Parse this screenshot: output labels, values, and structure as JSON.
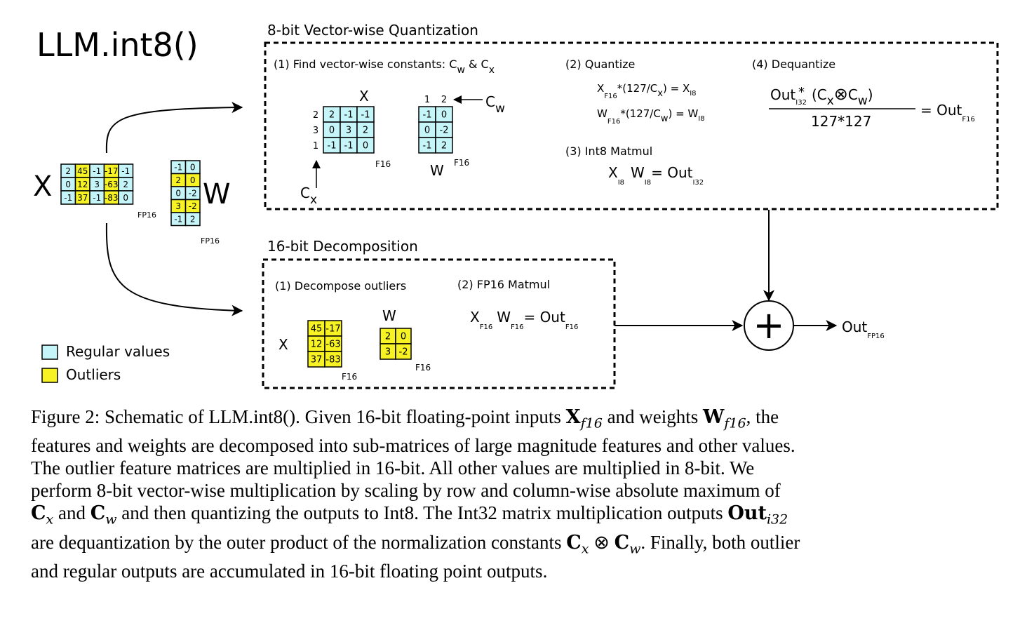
{
  "title": "LLM.int8()",
  "legend": {
    "regular_label": "Regular values",
    "outlier_label": "Outliers",
    "regular_color": "#c5f5f8",
    "outlier_color": "#f7f224"
  },
  "input_x": {
    "label": "X",
    "dtype": "FP16",
    "rows": [
      [
        "2",
        "45",
        "-1",
        "-17",
        "-1"
      ],
      [
        "0",
        "12",
        "3",
        "-63",
        "2"
      ],
      [
        "-1",
        "37",
        "-1",
        "-83",
        "0"
      ]
    ],
    "outlier_cols": [
      1,
      3
    ]
  },
  "input_w": {
    "label": "W",
    "dtype": "FP16",
    "rows": [
      [
        "-1",
        "0"
      ],
      [
        "2",
        "0"
      ],
      [
        "0",
        "-2"
      ],
      [
        "3",
        "-2"
      ],
      [
        "-1",
        "2"
      ]
    ],
    "outlier_rows": [
      1,
      3
    ]
  },
  "quant_box": {
    "title": "8-bit Vector-wise Quantization",
    "step1": {
      "label_prefix": "(1) Find vector-wise constants: C",
      "sub_w": "w",
      "amp": " & C",
      "sub_x": "x"
    },
    "x_matrix": {
      "label": "X",
      "dtype": "F16",
      "row_constants": [
        "2",
        "3",
        "1"
      ],
      "rows": [
        [
          "2",
          "-1",
          "-1"
        ],
        [
          "0",
          "3",
          "2"
        ],
        [
          "-1",
          "-1",
          "0"
        ]
      ],
      "cx_label": "C",
      "cx_sub": "x"
    },
    "w_matrix": {
      "label": "W",
      "dtype": "F16",
      "col_constants": [
        "1",
        "2"
      ],
      "rows": [
        [
          "-1",
          "0"
        ],
        [
          "0",
          "-2"
        ],
        [
          "-1",
          "2"
        ]
      ],
      "cw_label": "C",
      "cw_sub": "w"
    },
    "step2": {
      "label": "(2) Quantize",
      "eq1": {
        "a": "X",
        "a_sub": "F16",
        "mid": "*(127/C",
        "mid_sub": "x",
        "end": ") = X",
        "end_sub": "I8"
      },
      "eq2": {
        "a": "W",
        "a_sub": "F16",
        "mid": "*(127/C",
        "mid_sub": "w",
        "end": ") = W",
        "end_sub": "I8"
      }
    },
    "step3": {
      "label": "(3) Int8 Matmul",
      "a": "X",
      "a_sub": "I8",
      "b": "W",
      "b_sub": "I8",
      "res": "= Out",
      "res_sub": "I32"
    },
    "step4": {
      "label": "(4) Dequantize",
      "num_a": "Out",
      "num_a_sub": "I32",
      "num_star": "*",
      "num_b": "(C",
      "num_b_sub": "x",
      "num_otimes": "⊗",
      "num_c": "C",
      "num_c_sub": "w",
      "num_close": ")",
      "den": "127*127",
      "res": "= Out",
      "res_sub": "F16"
    }
  },
  "decomp_box": {
    "title": "16-bit Decomposition",
    "step1": "(1) Decompose outliers",
    "step2": "(2) FP16 Matmul",
    "x_label": "X",
    "x_rows": [
      [
        "45",
        "-17"
      ],
      [
        "12",
        "-63"
      ],
      [
        "37",
        "-83"
      ]
    ],
    "x_dtype": "F16",
    "w_label": "W",
    "w_rows": [
      [
        "2",
        "0"
      ],
      [
        "3",
        "-2"
      ]
    ],
    "w_dtype": "F16",
    "eq": {
      "a": "X",
      "a_sub": "F16",
      "b": "W",
      "b_sub": "F16",
      "res": "= Out",
      "res_sub": "F16"
    }
  },
  "output": {
    "plus": "+",
    "label": "Out",
    "sub": "FP16"
  },
  "caption": {
    "l1_a": "Figure 2: Schematic of LLM.int8(). Given 16-bit floating-point inputs ",
    "l1_x": "X",
    "l1_xsub": "f16",
    "l1_b": " and weights ",
    "l1_w": "W",
    "l1_wsub": "f16",
    "l1_c": ", the",
    "l2": "features and weights are decomposed into sub-matrices of large magnitude features and other values.",
    "l3": "The outlier feature matrices are multiplied in 16-bit.  All other values are multiplied in 8-bit.  We",
    "l4": "perform 8-bit vector-wise multiplication by scaling by row and column-wise absolute maximum of",
    "l5_c1": "C",
    "l5_c1sub": "x",
    "l5_a": " and ",
    "l5_c2": "C",
    "l5_c2sub": "w",
    "l5_b": " and then quantizing the outputs to Int8. The Int32 matrix multiplication outputs ",
    "l5_out": "Out",
    "l5_outsub": "i32",
    "l6_a": "are dequantization by the outer product of the normalization constants ",
    "l6_c1": "C",
    "l6_c1sub": "x",
    "l6_otimes": " ⊗ ",
    "l6_c2": "C",
    "l6_c2sub": "w",
    "l6_b": ". Finally, both outlier",
    "l7": "and regular outputs are accumulated in 16-bit floating point outputs."
  }
}
